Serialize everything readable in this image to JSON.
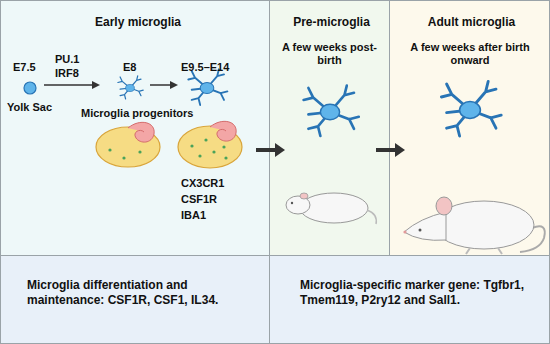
{
  "diagram": {
    "nodes": [
      {
        "text": [
          "Early microglia",
          "E7.5",
          "PU.1",
          "IRF8",
          "E8",
          "E9.5–E14",
          "Yolk Sac",
          "Microglia progenitors",
          "CX3CR1",
          "CSF1R",
          "IBA1"
        ]
      },
      {
        "text": [
          "Pre-microglia",
          "A few weeks post-birth"
        ]
      },
      {
        "text": [
          "Adult microglia",
          "A few weeks after birth onward"
        ]
      },
      {
        "text": [
          "Microglia differentiation and maintenance: CSF1R, CSF1, IL34."
        ]
      },
      {
        "text": [
          "Microglia-specific marker gene: Tgfbr1, Tmem119, P2ry12 and Sall1."
        ]
      }
    ],
    "edges": [
      {
        "from": 0,
        "to": 1,
        "arrow": "to"
      },
      {
        "from": 1,
        "to": 2,
        "arrow": "to"
      }
    ]
  }
}
